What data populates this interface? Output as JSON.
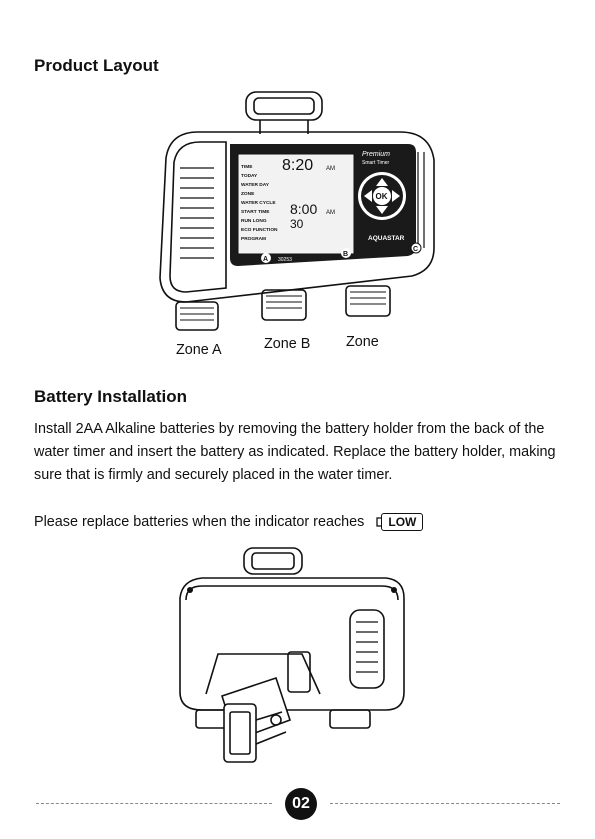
{
  "sections": {
    "product_layout_title": "Product Layout",
    "battery_title": "Battery Installation"
  },
  "device": {
    "brand_line1": "Premium",
    "brand_line2": "Smart Timer",
    "logo": "AQUASTAR",
    "ok_label": "OK",
    "time_value": "8:20",
    "start_value": "8:00",
    "run_value": "30",
    "am1": "AM",
    "am2": "AM",
    "model_code": "30253",
    "zones": {
      "a": "A",
      "b": "B",
      "c": "C"
    },
    "lcd_rows": [
      "TIME",
      "TODAY",
      "WATER DAY",
      "ZONE",
      "WATER CYCLE",
      "START TIME",
      "RUN LONG",
      "ECO FUNCTION",
      "PROGRAM"
    ]
  },
  "zone_labels": [
    "Zone A",
    "Zone B",
    "Zone"
  ],
  "battery_paragraph": "Install 2AA Alkaline batteries by removing the battery holder from the back of the water timer and insert the battery as indicated. Replace the battery holder, making sure that is firmly and securely placed in the water timer.",
  "replace_text": "Please replace batteries when the indicator reaches",
  "low_indicator": "LOW",
  "page_number": "02"
}
